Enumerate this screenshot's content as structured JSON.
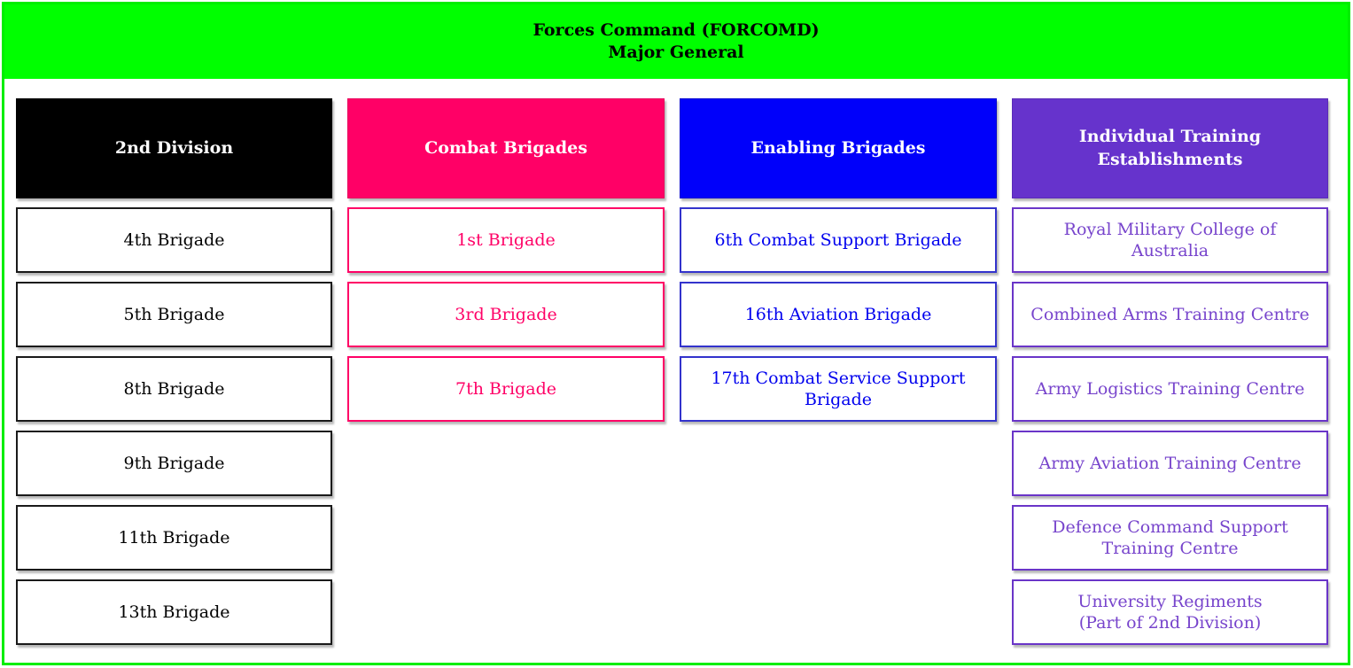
{
  "page": {
    "border_color": "#00EE00"
  },
  "banner": {
    "title": "Forces Command (FORCOMD)\nMajor General",
    "bg": "#00FF00",
    "text_color": "#000000"
  },
  "columns": [
    {
      "header": "2nd Division",
      "colors": {
        "header_bg": "#000000",
        "header_text": "#FFFFFF",
        "header_border": "#000000",
        "box_border": "#1A1A1A",
        "box_text": "#000000"
      },
      "items": [
        "4th Brigade",
        "5th Brigade",
        "8th Brigade",
        "9th Brigade",
        "11th Brigade",
        "13th Brigade"
      ]
    },
    {
      "header": "Combat Brigades",
      "colors": {
        "header_bg": "#FF0066",
        "header_text": "#FFFFFF",
        "header_border": "#E8005C",
        "box_border": "#FF0066",
        "box_text": "#FF0066"
      },
      "items": [
        "1st Brigade",
        "3rd Brigade",
        "7th Brigade"
      ]
    },
    {
      "header": "Enabling Brigades",
      "colors": {
        "header_bg": "#0000FA",
        "header_text": "#FFFFFF",
        "header_border": "#0000D0",
        "box_border": "#3333CC",
        "box_text": "#0000EE"
      },
      "items": [
        "6th Combat Support Brigade",
        "16th Aviation Brigade",
        "17th Combat Service Support\nBrigade"
      ]
    },
    {
      "header": "Individual Training\nEstablishments",
      "colors": {
        "header_bg": "#6633CC",
        "header_text": "#FFFFFF",
        "header_border": "#5A2BB8",
        "box_border": "#6A35C8",
        "box_text": "#7744CC"
      },
      "items": [
        "Royal Military College of\nAustralia",
        "Combined Arms Training Centre",
        "Army Logistics Training Centre",
        "Army Aviation Training Centre",
        "Defence Command Support\nTraining Centre",
        "University Regiments\n(Part of 2nd Division)"
      ]
    }
  ]
}
